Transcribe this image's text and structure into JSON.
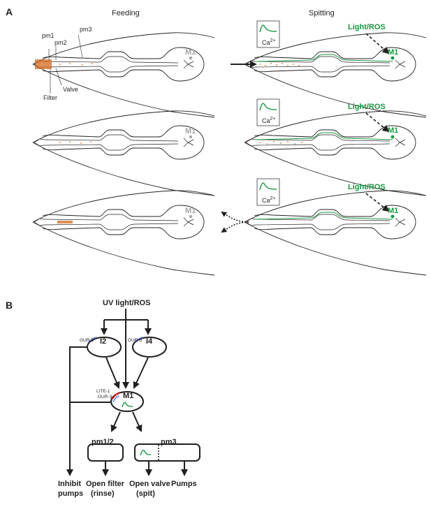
{
  "panel_a": {
    "letter": "A",
    "column_left": "Feeding",
    "column_right": "Spitting",
    "labels": {
      "pm1": "pm1",
      "pm2": "pm2",
      "pm3": "pm3",
      "filter": "Filter",
      "valve": "Valve",
      "m1": "M1",
      "light_ros": "Light/ROS",
      "ca": "Ca",
      "ca_sup": "2+"
    }
  },
  "panel_b": {
    "letter": "B",
    "stimulus": "UV light/ROS",
    "neuron_i2": "I2",
    "neuron_i4": "I4",
    "neuron_m1": "M1",
    "receptor_gur3": "GUR-3",
    "receptor_lite1": "LITE-1",
    "muscle_pm12": "pm1/2",
    "muscle_pm3": "pm3",
    "out_inhibit_1": "Inhibit",
    "out_inhibit_2": "pumps",
    "out_filter_1": "Open filter",
    "out_filter_2": "(rinse)",
    "out_valve_1": "Open valve",
    "out_valve_2": "(spit)",
    "out_pumps": "Pumps"
  },
  "colors": {
    "green": "#1a9641",
    "grey": "#a6a6a6",
    "bacteria": "#d2691e",
    "receptor_blue": "#3a5fcd",
    "receptor_red": "#d7191c"
  }
}
